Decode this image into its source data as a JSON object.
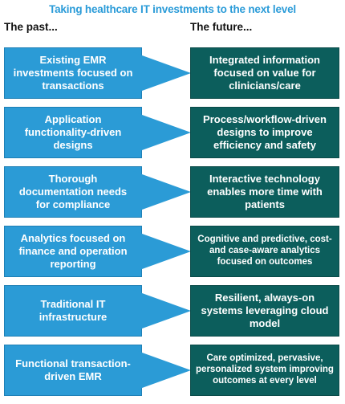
{
  "title": "Taking healthcare IT investments to the next level",
  "headers": {
    "past": "The past...",
    "future": "The future..."
  },
  "colors": {
    "title": "#2a9bd8",
    "past_box": "#2b9bd6",
    "future_box": "#0c5e5c",
    "arrow": "#2b9bd6"
  },
  "rows": [
    {
      "past": "Existing EMR investments focused on transactions",
      "future": "Integrated information focused on value for clinicians/care"
    },
    {
      "past": "Application functionality-driven designs",
      "future": "Process/workflow-driven designs to improve efficiency and safety"
    },
    {
      "past": "Thorough documentation needs for compliance",
      "future": "Interactive technology enables more time with patients"
    },
    {
      "past": "Analytics focused on finance and operation reporting",
      "future": "Cognitive and predictive, cost- and case-aware analytics focused on outcomes"
    },
    {
      "past": "Traditional IT infrastructure",
      "future": "Resilient, always-on systems leveraging cloud model"
    },
    {
      "past": "Functional transaction-driven EMR",
      "future": "Care optimized, pervasive, personalized system improving outcomes at every level"
    }
  ]
}
